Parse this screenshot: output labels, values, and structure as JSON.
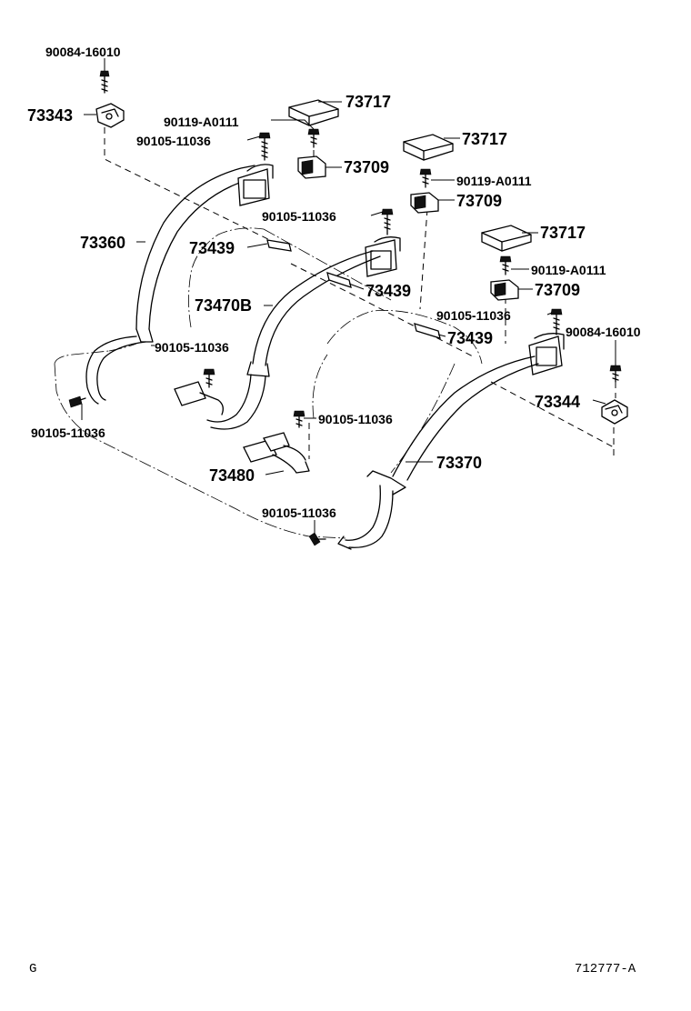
{
  "labels": {
    "p90084_16010_a": "90084-16010",
    "p73343": "73343",
    "p73717_a": "73717",
    "p90119_a0111_a": "90119-A0111",
    "p90105_11036_a": "90105-11036",
    "p73709_a": "73709",
    "p73717_b": "73717",
    "p90119_a0111_b": "90119-A0111",
    "p73709_b": "73709",
    "p90105_11036_b": "90105-11036",
    "p73360": "73360",
    "p73439_a": "73439",
    "p73717_c": "73717",
    "p90119_a0111_c": "90119-A0111",
    "p73470b": "73470B",
    "p73439_b": "73439",
    "p73709_c": "73709",
    "p90105_11036_c": "90105-11036",
    "p90084_16010_b": "90084-16010",
    "p73439_c": "73439",
    "p90105_11036_d": "90105-11036",
    "p73344": "73344",
    "p90105_11036_e": "90105-11036",
    "p90105_11036_f": "90105-11036",
    "p73480": "73480",
    "p73370": "73370",
    "p90105_11036_g": "90105-11036"
  },
  "footer": {
    "left_code": "G",
    "diagram_number": "712777-A"
  }
}
